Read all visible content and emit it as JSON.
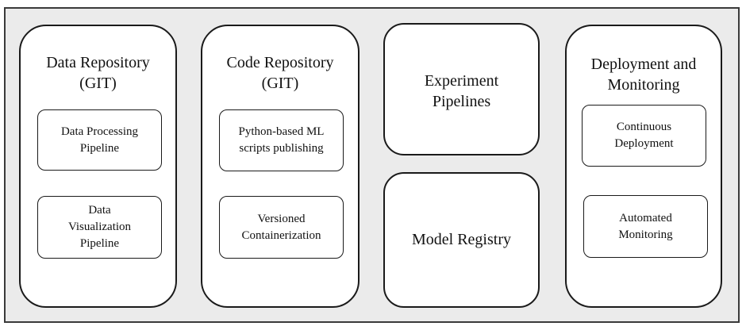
{
  "columns": [
    {
      "title": "Data Repository\n(GIT)",
      "items": [
        "Data Processing\nPipeline",
        "Data\nVisualization\nPipeline"
      ]
    },
    {
      "title": "Code Repository\n(GIT)",
      "items": [
        "Python-based ML\nscripts publishing",
        "Versioned\nContainerization"
      ]
    },
    {
      "boxes": [
        "Experiment\nPipelines",
        "Model Registry"
      ]
    },
    {
      "title": "Deployment and\nMonitoring",
      "items": [
        "Continuous\nDeployment",
        "Automated\nMonitoring"
      ]
    }
  ]
}
